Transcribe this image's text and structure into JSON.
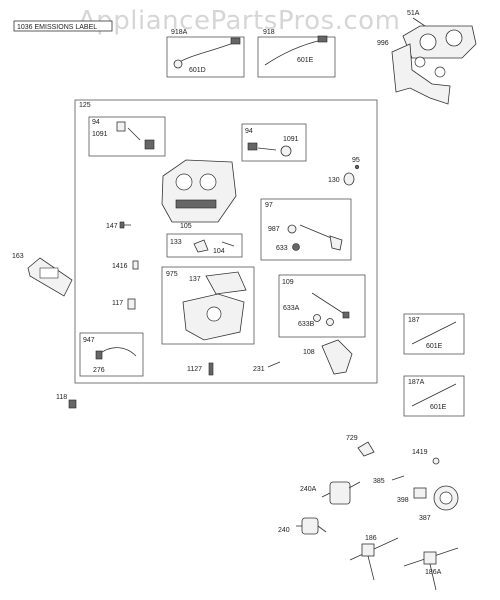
{
  "watermark": "AppliancePartsPros.com",
  "label_tag": "1036 EMISSIONS LABEL",
  "labels": {
    "p918A": "918A",
    "p601D": "601D",
    "p918": "918",
    "p601E_top": "601E",
    "p51A": "51A",
    "p996": "996",
    "p125": "125",
    "p94_left": "94",
    "p1091_left": "1091",
    "p94_right": "94",
    "p1091_right": "1091",
    "p95": "95",
    "p130": "130",
    "p105": "105",
    "p147": "147",
    "p97": "97",
    "p987": "987",
    "p633": "633",
    "p163": "163",
    "p133": "133",
    "p104": "104",
    "p1416": "1416",
    "p975": "975",
    "p137": "137",
    "p109": "109",
    "p633A": "633A",
    "p633B": "633B",
    "p117": "117",
    "p947": "947",
    "p276": "276",
    "p1127": "1127",
    "p231": "231",
    "p108": "108",
    "p187": "187",
    "p601E_mid": "601E",
    "p187A": "187A",
    "p601E_low": "601E",
    "p118": "118",
    "p729": "729",
    "p1419": "1419",
    "p240A": "240A",
    "p385": "385",
    "p398": "398",
    "p387": "387",
    "p240": "240",
    "p186": "186",
    "p186A": "186A"
  }
}
